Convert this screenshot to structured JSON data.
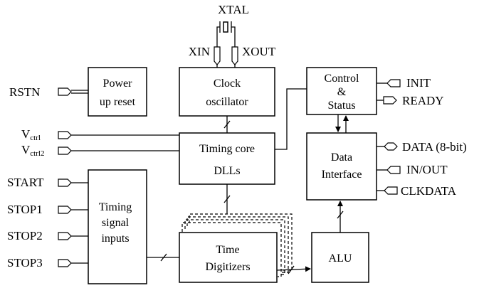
{
  "crystal": {
    "label": "XTAL",
    "xin": "XIN",
    "xout": "XOUT"
  },
  "blocks": {
    "power_up_reset": [
      "Power",
      "up reset"
    ],
    "clock_oscillator": [
      "Clock",
      "oscillator"
    ],
    "control_status": [
      "Control",
      "&",
      "Status"
    ],
    "timing_core": [
      "Timing core",
      "DLLs"
    ],
    "data_interface": [
      "Data",
      "Interface"
    ],
    "timing_signal_inputs": [
      "Timing",
      "signal",
      "inputs"
    ],
    "time_digitizers": [
      "Time",
      "Digitizers"
    ],
    "alu": "ALU"
  },
  "left_pins": {
    "rstn": "RSTN",
    "vctrl_main": "V",
    "vctrl_sub": "ctrl",
    "vctrl2_main": "V",
    "vctrl2_sub": "ctrl2",
    "start": "START",
    "stop1": "STOP1",
    "stop2": "STOP2",
    "stop3": "STOP3"
  },
  "right_pins": {
    "init": "INIT",
    "ready": "READY",
    "data": "DATA (8-bit)",
    "in_out": "IN/OUT",
    "clkdata": "CLKDATA"
  }
}
